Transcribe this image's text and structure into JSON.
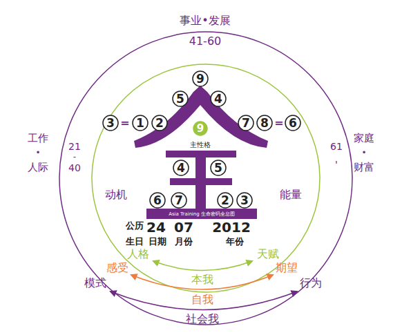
{
  "diagram": {
    "nodes": [
      {
        "text": [
          "9"
        ]
      },
      {
        "text": [
          "5"
        ]
      },
      {
        "text": [
          "4"
        ]
      },
      {
        "text": [
          "3"
        ]
      },
      {
        "text": [
          "1"
        ]
      },
      {
        "text": [
          "2"
        ]
      },
      {
        "text": [
          "7"
        ]
      },
      {
        "text": [
          "8"
        ]
      },
      {
        "text": [
          "6"
        ]
      },
      {
        "text": [
          "9"
        ]
      },
      {
        "text": [
          "4"
        ]
      },
      {
        "text": [
          "5"
        ]
      },
      {
        "text": [
          "6"
        ]
      },
      {
        "text": [
          "7"
        ]
      },
      {
        "text": [
          "2"
        ]
      },
      {
        "text": [
          "3"
        ]
      }
    ],
    "labels": [
      "事业•发展",
      "41-60",
      "工作",
      "•",
      "人际",
      "21",
      "-",
      "40",
      "家庭",
      "•",
      "财富",
      "61",
      "'",
      "=",
      "=",
      "主性格",
      "动机",
      "能量",
      "Asia Training 生命密码全息图",
      "公历",
      "24",
      "07",
      "2012",
      "生日",
      "日期",
      "月份",
      "年份",
      "人格",
      "天赋",
      "感受",
      "期望",
      "模式",
      "行为",
      "本我",
      "自我",
      "社会我"
    ]
  }
}
